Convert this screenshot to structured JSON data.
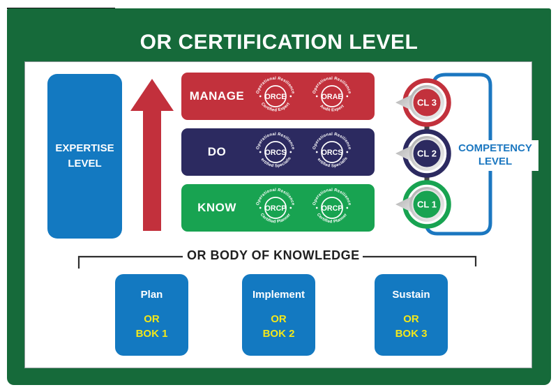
{
  "title": "OR CERTIFICATION LEVEL",
  "expertise": {
    "line1": "EXPERTISE",
    "line2": "LEVEL"
  },
  "rows": [
    {
      "label": "MANAGE",
      "color": "#C2313C",
      "badges": [
        {
          "top": "Operational Resilience",
          "code": "ORCE",
          "bottom": "Certified Expert"
        },
        {
          "top": "Operational Resilience",
          "code": "ORAE",
          "bottom": "Audit Expert"
        }
      ]
    },
    {
      "label": "DO",
      "color": "#2C2A60",
      "badges": [
        {
          "top": "Operational Resilience",
          "code": "ORCS",
          "bottom": "Certified Specialist"
        },
        {
          "top": "Operational Resilience",
          "code": "ORCS",
          "bottom": "Certified Specialist"
        }
      ]
    },
    {
      "label": "KNOW",
      "color": "#18A351",
      "badges": [
        {
          "top": "Operational Resilience",
          "code": "ORCP",
          "bottom": "Certified Planner"
        },
        {
          "top": "Operational Resilience",
          "code": "ORCP",
          "bottom": "Certified Planner"
        }
      ]
    }
  ],
  "competency": {
    "line1": "COMPETENCY",
    "line2": "LEVEL",
    "levels": [
      {
        "label": "CL 3",
        "color": "#C2313C"
      },
      {
        "label": "CL 2",
        "color": "#2C2A60"
      },
      {
        "label": "CL 1",
        "color": "#18A351"
      }
    ]
  },
  "bok": {
    "heading": "OR BODY OF KNOWLEDGE",
    "boxes": [
      {
        "title": "Plan",
        "sub1": "OR",
        "sub2": "BOK 1"
      },
      {
        "title": "Implement",
        "sub1": "OR",
        "sub2": "BOK 2"
      },
      {
        "title": "Sustain",
        "sub1": "OR",
        "sub2": "BOK 3"
      }
    ]
  },
  "colors": {
    "frame_green": "#166A3A",
    "row_red": "#C2313C",
    "row_navy": "#2C2A60",
    "row_green": "#18A351",
    "box_blue": "#1379C1",
    "accent_yellow": "#F3E71A",
    "bracket_blue": "#1B77C0",
    "arrow_red": "#C2313C"
  }
}
